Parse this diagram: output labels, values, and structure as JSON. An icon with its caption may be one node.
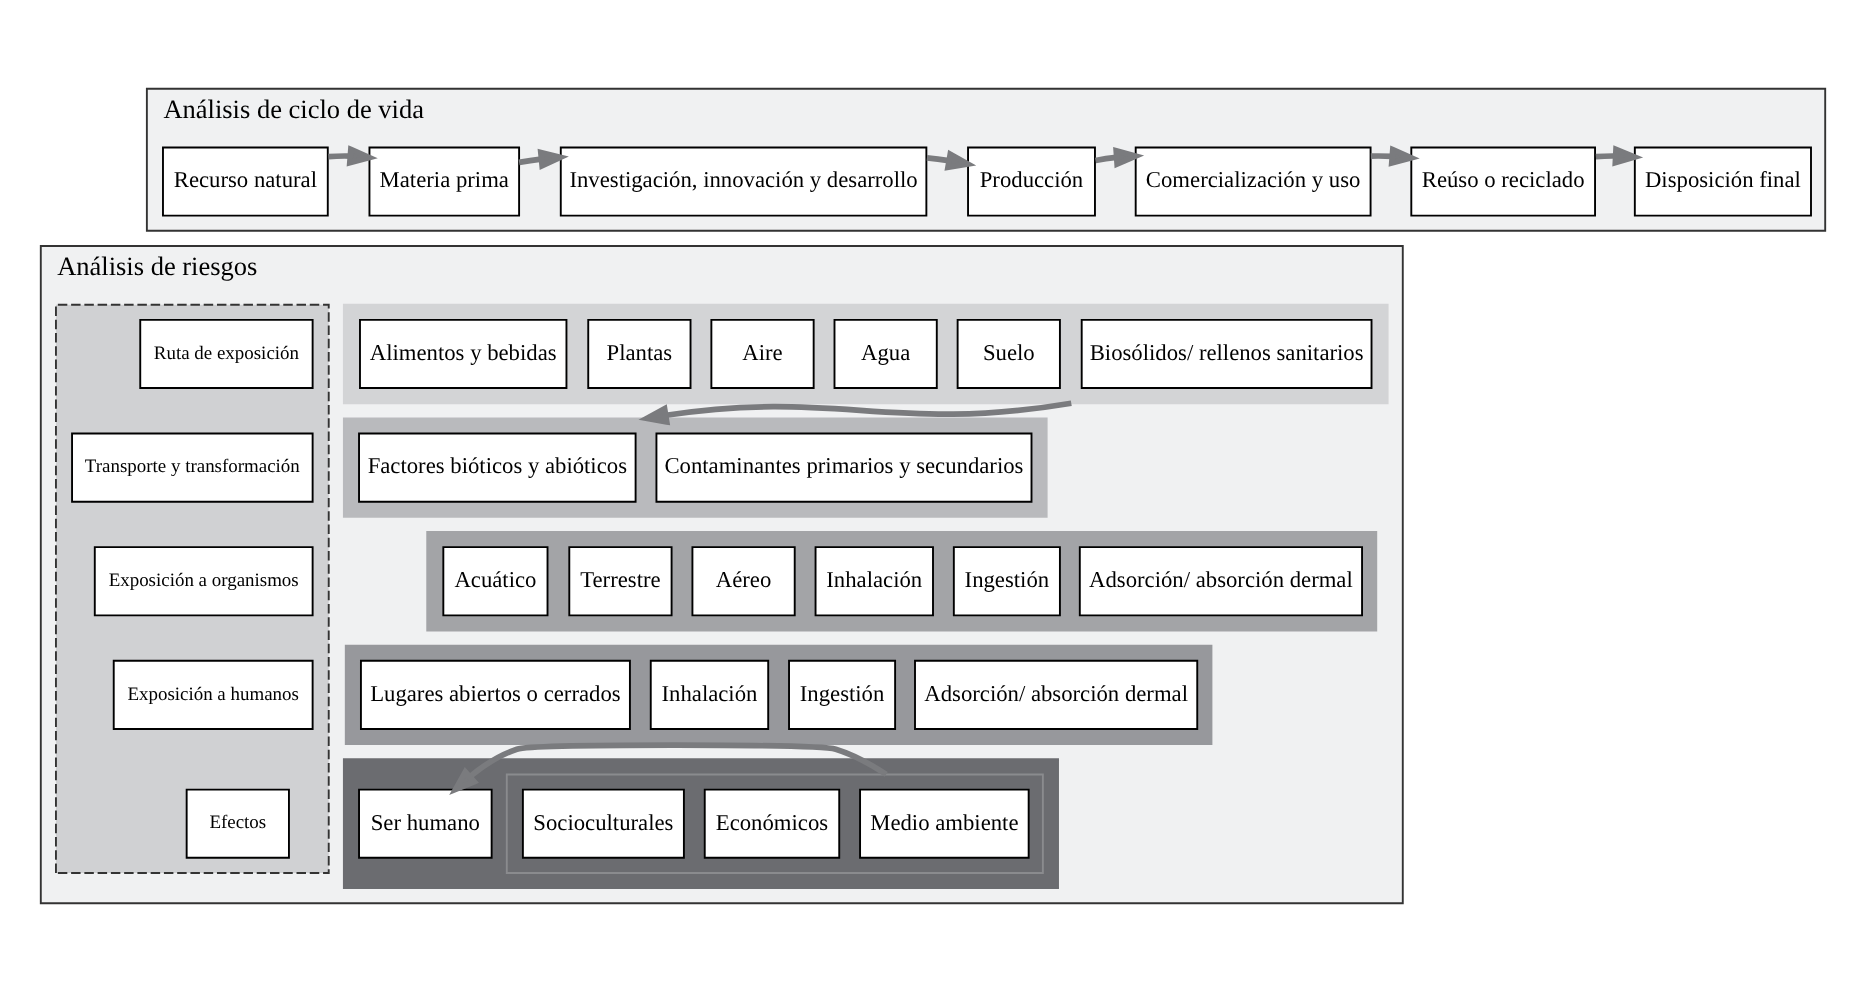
{
  "diagram": {
    "nodes": [
      {
        "text": [
          "Análisis de ciclo de vida"
        ]
      },
      {
        "text": [
          "Recurso natural"
        ],
        "in": 0
      },
      {
        "text": [
          "Materia prima"
        ],
        "in": 0
      },
      {
        "text": [
          "Investigación, innovación y desarrollo"
        ],
        "in": 0
      },
      {
        "text": [
          "Producción"
        ],
        "in": 0
      },
      {
        "text": [
          "Comercialización y uso"
        ],
        "in": 0
      },
      {
        "text": [
          "Reúso o reciclado"
        ],
        "in": 0
      },
      {
        "text": [
          "Disposición final"
        ],
        "in": 0
      },
      {
        "text": [
          "Análisis de riesgos"
        ]
      },
      {
        "text": [],
        "shape": "box",
        "in": 8
      },
      {
        "text": [
          "Ruta de exposición"
        ],
        "in": 9
      },
      {
        "text": [
          "Transporte y transformación"
        ],
        "in": 9
      },
      {
        "text": [
          "Exposición a organismos"
        ],
        "in": 9
      },
      {
        "text": [
          "Exposición a humanos"
        ],
        "in": 9
      },
      {
        "text": [
          "Efectos"
        ],
        "in": 9
      },
      {
        "text": [],
        "shape": "bar",
        "in": 8
      },
      {
        "text": [
          "Alimentos y bebidas"
        ],
        "in": 15
      },
      {
        "text": [
          "Plantas"
        ],
        "in": 15
      },
      {
        "text": [
          "Aire"
        ],
        "in": 15
      },
      {
        "text": [
          "Agua"
        ],
        "in": 15
      },
      {
        "text": [
          "Suelo"
        ],
        "in": 15
      },
      {
        "text": [
          "Biosólidos/ rellenos sanitarios"
        ],
        "in": 15
      },
      {
        "text": [],
        "shape": "bar",
        "in": 8
      },
      {
        "text": [
          "Factores bióticos y abióticos"
        ],
        "in": 22
      },
      {
        "text": [
          "Contaminantes primarios y secundarios"
        ],
        "in": 22
      },
      {
        "text": [],
        "shape": "bar",
        "in": 8
      },
      {
        "text": [
          "Acuático"
        ],
        "in": 25
      },
      {
        "text": [
          "Terrestre"
        ],
        "in": 25
      },
      {
        "text": [
          "Aéreo"
        ],
        "in": 25
      },
      {
        "text": [
          "Inhalación"
        ],
        "in": 25
      },
      {
        "text": [
          "Ingestión"
        ],
        "in": 25
      },
      {
        "text": [
          "Adsorción/ absorción dermal"
        ],
        "in": 25
      },
      {
        "text": [],
        "shape": "bar",
        "in": 8
      },
      {
        "text": [
          "Lugares abiertos o cerrados"
        ],
        "in": 32
      },
      {
        "text": [
          "Inhalación"
        ],
        "in": 32
      },
      {
        "text": [
          "Ingestión"
        ],
        "in": 32
      },
      {
        "text": [
          "Adsorción/ absorción dermal"
        ],
        "in": 32
      },
      {
        "text": [],
        "shape": "bar",
        "in": 8
      },
      {
        "text": [],
        "shape": "box",
        "in": 37
      },
      {
        "text": [
          "Socioculturales"
        ],
        "in": 38
      },
      {
        "text": [
          "Económicos"
        ],
        "in": 38
      },
      {
        "text": [
          "Medio ambiente"
        ],
        "in": 38
      },
      {
        "text": [
          "Ser humano"
        ],
        "in": 37
      }
    ],
    "edges": [
      {
        "from": 1,
        "to": 2,
        "arrow": "to"
      },
      {
        "from": 2,
        "to": 3,
        "arrow": "to"
      },
      {
        "from": 3,
        "to": 4,
        "arrow": "to"
      },
      {
        "from": 4,
        "to": 5,
        "arrow": "to"
      },
      {
        "from": 5,
        "to": 6,
        "arrow": "to"
      },
      {
        "from": 6,
        "to": 7,
        "arrow": "to"
      },
      {
        "from": 15,
        "to": 22,
        "arrow": "to"
      },
      {
        "from": 38,
        "to": 42,
        "arrow": "to"
      }
    ]
  }
}
